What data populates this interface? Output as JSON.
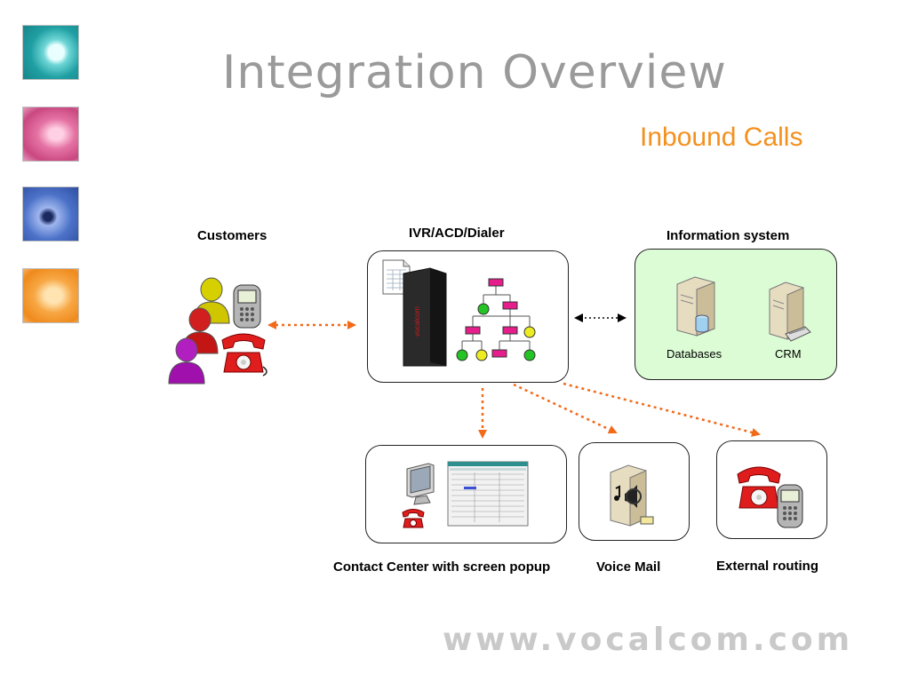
{
  "slide": {
    "title": "Integration Overview",
    "subtitle": "Inbound Calls",
    "footer": "www.vocalcom.com"
  },
  "diagram": {
    "customers_label": "Customers",
    "ivr_label": "IVR/ACD/Dialer",
    "server_brand": "vocalcom",
    "info_system_label": "Information system",
    "databases_label": "Databases",
    "crm_label": "CRM",
    "contact_center_label": "Contact Center with screen popup",
    "voice_mail_label": "Voice Mail",
    "external_routing_label": "External routing"
  },
  "colors": {
    "title": "#9a9a9a",
    "subtitle": "#f4901e",
    "arrow": "#f06a1a",
    "info_box_fill": "#dcfcd5",
    "tile_teal": "#2fb3b3",
    "tile_pink": "#e0608e",
    "tile_blue": "#4a6fc4",
    "tile_orange": "#f2962e"
  },
  "icons": [
    "customers-people-icon",
    "mobile-phone-icon",
    "red-telephone-icon",
    "server-rack-icon",
    "spreadsheet-icon",
    "call-flow-tree-icon",
    "database-server-icon",
    "crm-server-icon",
    "monitor-icon",
    "voice-mail-server-icon"
  ]
}
